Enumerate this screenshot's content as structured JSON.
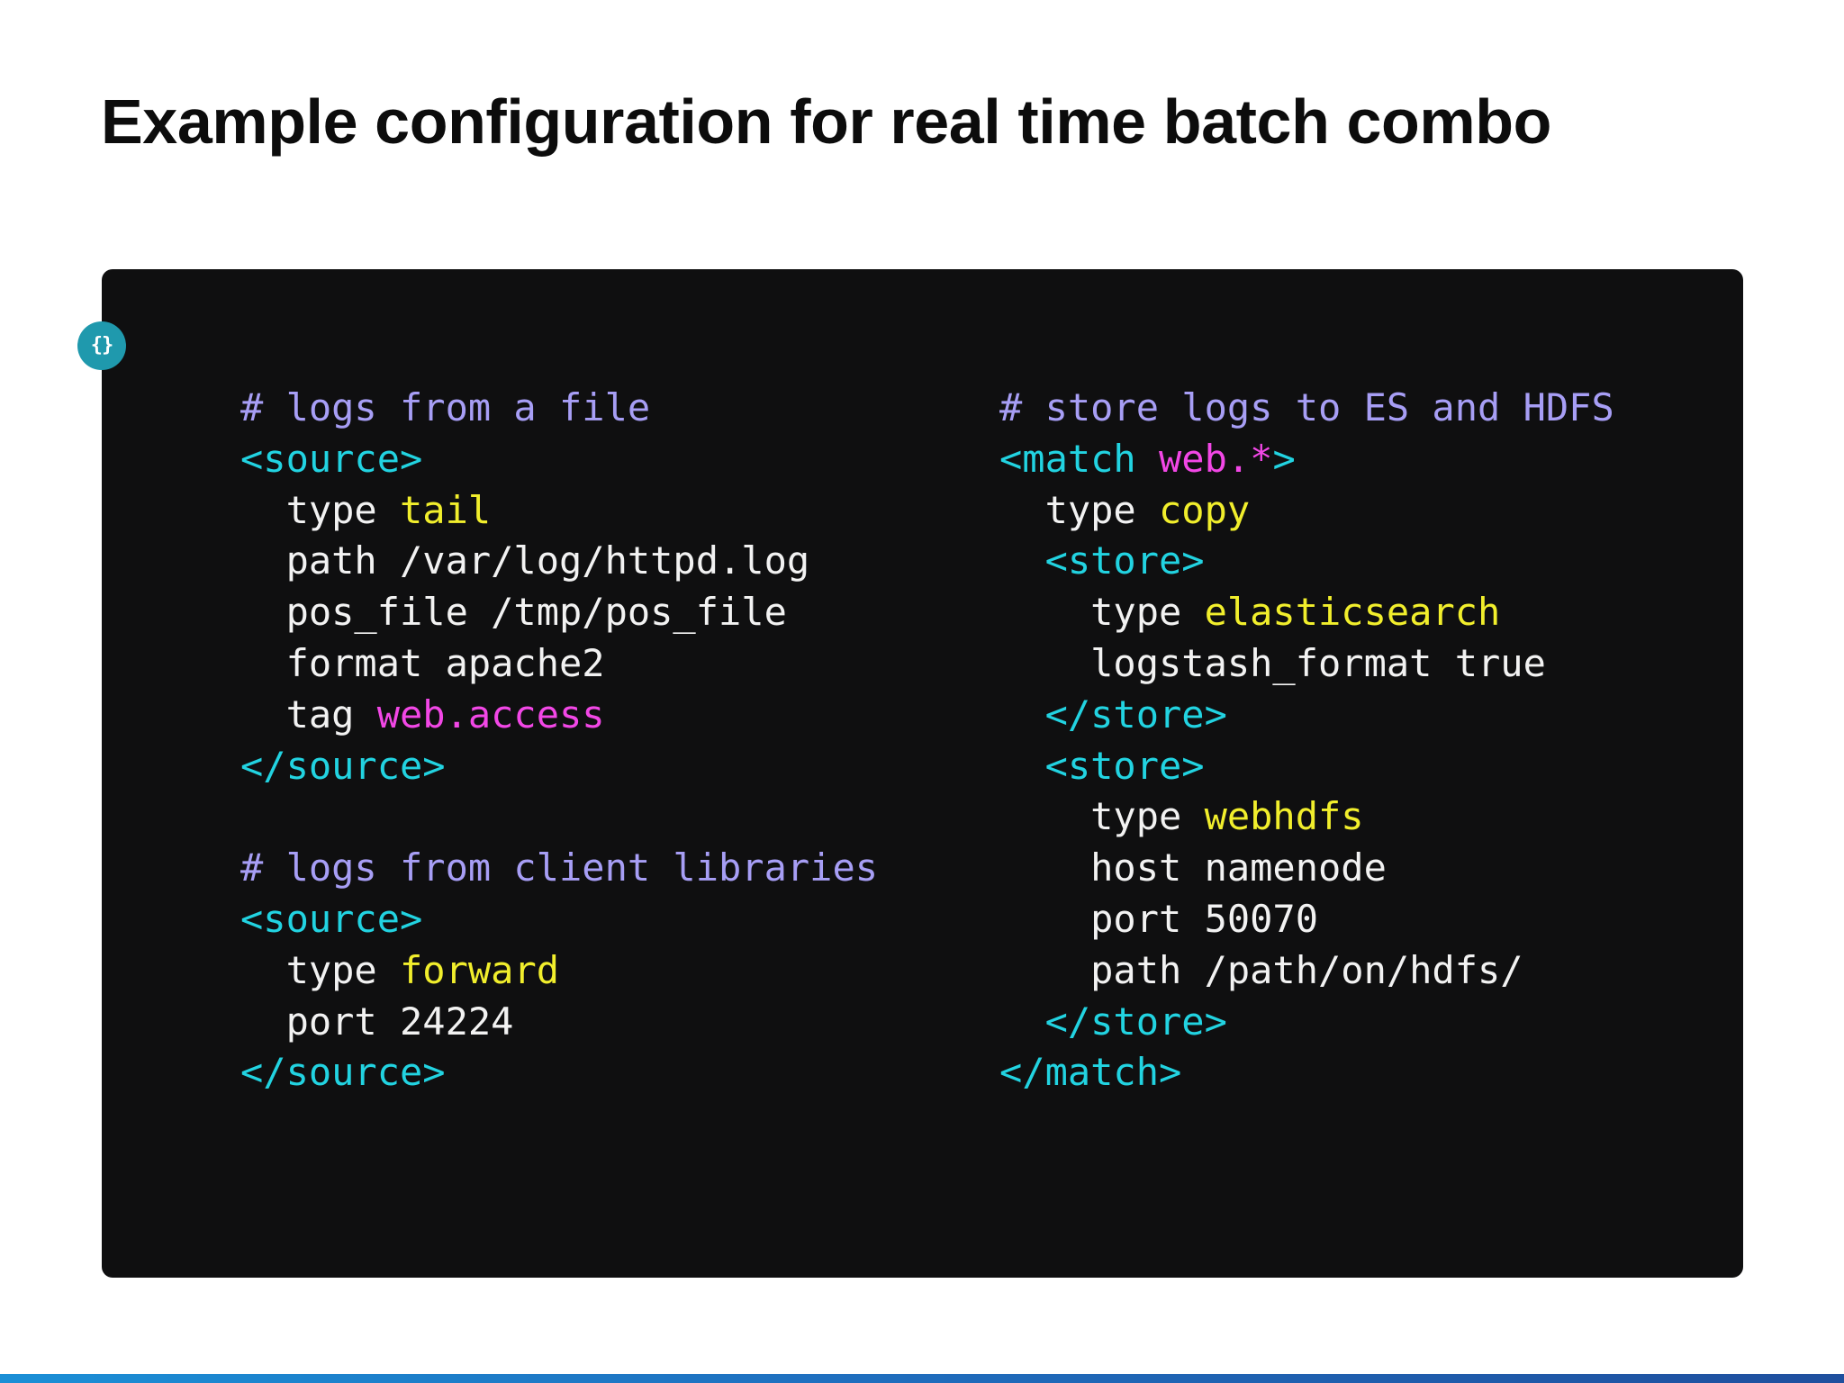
{
  "slide": {
    "title": "Example configuration for real time batch combo"
  },
  "badge": {
    "label": "{}",
    "icon": "code-braces-icon"
  },
  "colors": {
    "panel_background": "#0f0f10",
    "comment": "#a79ef5",
    "tag": "#22d3e1",
    "keyword": "#f1ee2c",
    "magenta": "#f247e6",
    "plain": "#f2f2f2",
    "badge": "#1f99ad"
  },
  "code": {
    "left": [
      [
        {
          "t": "# logs from a file",
          "c": "comment"
        }
      ],
      [
        {
          "t": "<source>",
          "c": "tag"
        }
      ],
      [
        {
          "t": "  type ",
          "c": "key"
        },
        {
          "t": "tail",
          "c": "keyword"
        }
      ],
      [
        {
          "t": "  path /var/log/httpd.log",
          "c": "key"
        }
      ],
      [
        {
          "t": "  pos_file /tmp/pos_file",
          "c": "key"
        }
      ],
      [
        {
          "t": "  format apache2",
          "c": "key"
        }
      ],
      [
        {
          "t": "  tag ",
          "c": "key"
        },
        {
          "t": "web.access",
          "c": "magenta"
        }
      ],
      [
        {
          "t": "</source>",
          "c": "tag"
        }
      ],
      [
        {
          "t": "",
          "c": "key"
        }
      ],
      [
        {
          "t": "# logs from client libraries",
          "c": "comment"
        }
      ],
      [
        {
          "t": "<source>",
          "c": "tag"
        }
      ],
      [
        {
          "t": "  type ",
          "c": "key"
        },
        {
          "t": "forward",
          "c": "keyword"
        }
      ],
      [
        {
          "t": "  port 24224",
          "c": "key"
        }
      ],
      [
        {
          "t": "</source>",
          "c": "tag"
        }
      ]
    ],
    "right": [
      [
        {
          "t": "# store logs to ES and HDFS",
          "c": "comment"
        }
      ],
      [
        {
          "t": "<match ",
          "c": "tag"
        },
        {
          "t": "web.*",
          "c": "magenta"
        },
        {
          "t": ">",
          "c": "tag"
        }
      ],
      [
        {
          "t": "  type ",
          "c": "key"
        },
        {
          "t": "copy",
          "c": "keyword"
        }
      ],
      [
        {
          "t": "  <store>",
          "c": "tag"
        }
      ],
      [
        {
          "t": "    type ",
          "c": "key"
        },
        {
          "t": "elasticsearch",
          "c": "keyword"
        }
      ],
      [
        {
          "t": "    logstash_format true",
          "c": "key"
        }
      ],
      [
        {
          "t": "  </store>",
          "c": "tag"
        }
      ],
      [
        {
          "t": "  <store>",
          "c": "tag"
        }
      ],
      [
        {
          "t": "    type ",
          "c": "key"
        },
        {
          "t": "webhdfs",
          "c": "keyword"
        }
      ],
      [
        {
          "t": "    host namenode",
          "c": "key"
        }
      ],
      [
        {
          "t": "    port 50070",
          "c": "key"
        }
      ],
      [
        {
          "t": "    path /path/on/hdfs/",
          "c": "key"
        }
      ],
      [
        {
          "t": "  </store>",
          "c": "tag"
        }
      ],
      [
        {
          "t": "</match>",
          "c": "tag"
        }
      ]
    ]
  }
}
